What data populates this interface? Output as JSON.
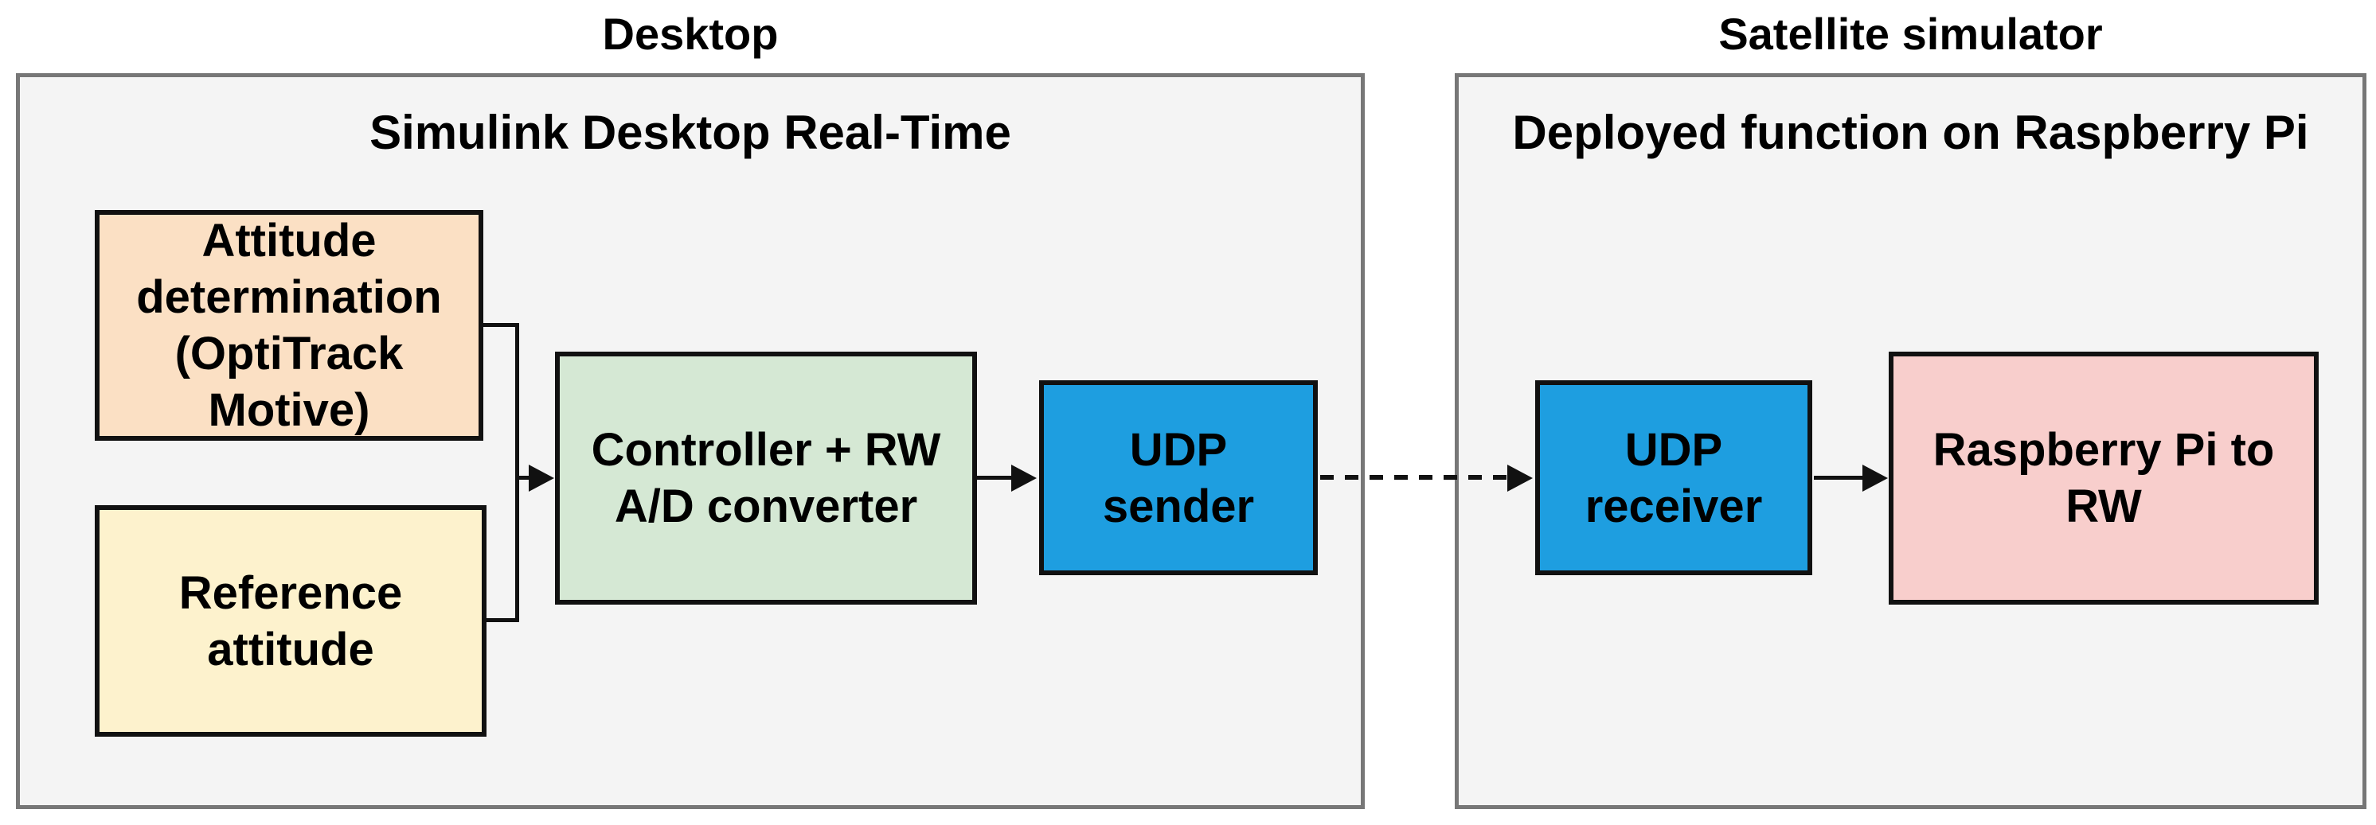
{
  "groups": {
    "desktop": {
      "title": "Desktop",
      "heading": "Simulink Desktop Real-Time",
      "fill": "#f4f4f4",
      "border_color": "#777777"
    },
    "satellite": {
      "title": "Satellite simulator",
      "heading": "Deployed function on Raspberry Pi",
      "fill": "#f4f4f4",
      "border_color": "#777777"
    }
  },
  "blocks": {
    "attitude_determination": {
      "label": "Attitude\ndetermination\n(OptiTrack\nMotive)",
      "fill": "#fbe0c4"
    },
    "reference_attitude": {
      "label": "Reference\nattitude",
      "fill": "#fdf2cd"
    },
    "controller_rw_ad_converter": {
      "label": "Controller + RW\nA/D converter",
      "fill": "#d5e8d4"
    },
    "udp_sender": {
      "label": "UDP\nsender",
      "fill": "#1e9ee0"
    },
    "udp_receiver": {
      "label": "UDP\nreceiver",
      "fill": "#1e9ee0"
    },
    "raspberry_pi_to_rw": {
      "label": "Raspberry Pi to\nRW",
      "fill": "#f8cecc"
    }
  },
  "connections": [
    {
      "from": "attitude_determination",
      "to": "controller_rw_ad_converter",
      "style": "solid",
      "arrow": true,
      "via": "merge_junction"
    },
    {
      "from": "reference_attitude",
      "to": "controller_rw_ad_converter",
      "style": "solid",
      "arrow": true,
      "via": "merge_junction"
    },
    {
      "from": "controller_rw_ad_converter",
      "to": "udp_sender",
      "style": "solid",
      "arrow": true
    },
    {
      "from": "udp_sender",
      "to": "udp_receiver",
      "style": "dashed",
      "arrow": true
    },
    {
      "from": "udp_receiver",
      "to": "raspberry_pi_to_rw",
      "style": "solid",
      "arrow": true
    }
  ],
  "colors": {
    "page_background": "#ffffff",
    "container_fill": "#f4f4f4",
    "container_border": "#777777",
    "block_border": "#111111",
    "connector": "#111111",
    "text": "#000000",
    "blue_accent": "#1e9ee0"
  }
}
